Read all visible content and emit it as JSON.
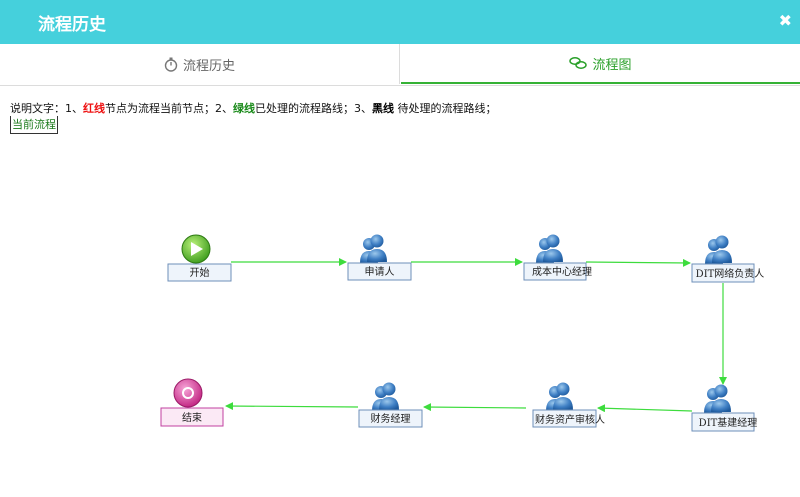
{
  "window": {
    "title": "流程历史",
    "close_glyph": "✖"
  },
  "tabs": [
    {
      "label": "流程历史",
      "icon": "stopwatch-icon",
      "active": false
    },
    {
      "label": "流程图",
      "icon": "flow-link-icon",
      "active": true
    }
  ],
  "legend": {
    "prefix": "说明文字：1、",
    "red_word": "红线",
    "part1": "节点为流程当前节点；2、",
    "green_word": "绿线",
    "part2": "已处理的流程路线；3、",
    "black_word": "黑线",
    "part3": " 待处理的流程路线；"
  },
  "current_flow_label": "当前流程",
  "colors": {
    "header": "#45d0dc",
    "accent_green": "#2aa02a",
    "flow_line": "#3ddc3d",
    "end_node_border": "#c040a0"
  },
  "flow": {
    "nodes": [
      {
        "id": "start",
        "label": "开始",
        "icon": "start-play-icon"
      },
      {
        "id": "applicant",
        "label": "申请人",
        "icon": "user-group-icon"
      },
      {
        "id": "cost-center-manager",
        "label": "成本中心经理",
        "icon": "user-group-icon"
      },
      {
        "id": "dit-network-owner",
        "label": "DIT网络负责人",
        "icon": "user-group-icon"
      },
      {
        "id": "dit-infra-manager",
        "label": "DIT基建经理",
        "icon": "user-group-icon"
      },
      {
        "id": "fixed-asset-reviewer",
        "label": "财务资产审核人",
        "icon": "user-group-icon"
      },
      {
        "id": "finance-manager",
        "label": "财务经理",
        "icon": "user-group-icon"
      },
      {
        "id": "end",
        "label": "结束",
        "icon": "end-stop-icon"
      }
    ]
  }
}
